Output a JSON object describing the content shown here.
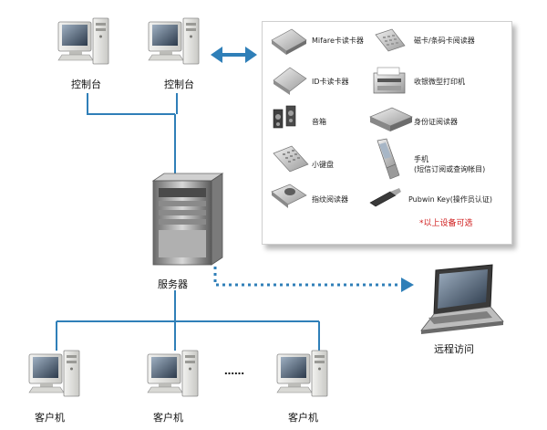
{
  "nodes": {
    "console_1": "控制台",
    "console_2": "控制台",
    "server": "服务器",
    "client_1": "客户机",
    "client_2": "客户机",
    "client_3": "客户机",
    "ellipsis": "……",
    "remote": "远程访问"
  },
  "devices": {
    "mifare": "Mifare卡读卡器",
    "magnetic": "磁卡/条码卡阅读器",
    "id_reader": "ID卡读卡器",
    "printer": "收银微型打印机",
    "speaker": "音箱",
    "id_card": "身份证阅读器",
    "keypad": "小键盘",
    "phone_line1": "手机",
    "phone_line2": "(短信订阅或查询帐目)",
    "fingerprint": "指纹阅读器",
    "pubwin": "Pubwin Key(操作员认证)"
  },
  "note": "*以上设备可选",
  "colors": {
    "line": "#2f7fb8",
    "arrow": "#2f7fb8",
    "note": "#d02020"
  }
}
